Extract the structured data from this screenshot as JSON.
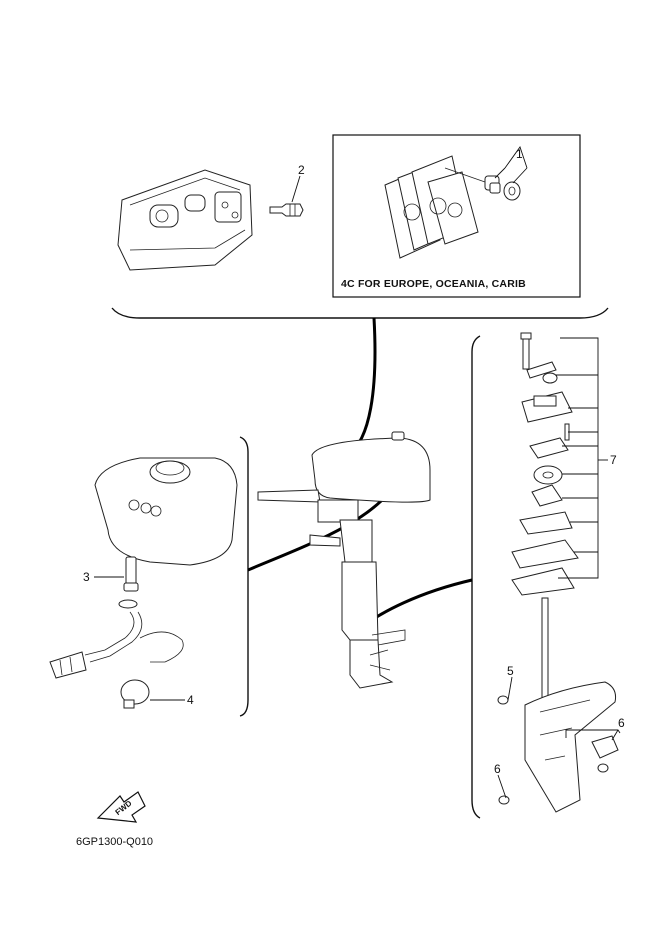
{
  "inset": {
    "caption": "4C FOR EUROPE, OCEANIA, CARIB"
  },
  "callouts": [
    {
      "id": "callout-1",
      "label": "1"
    },
    {
      "id": "callout-2",
      "label": "2"
    },
    {
      "id": "callout-3",
      "label": "3"
    },
    {
      "id": "callout-4",
      "label": "4"
    },
    {
      "id": "callout-5",
      "label": "5"
    },
    {
      "id": "callout-6a",
      "label": "6"
    },
    {
      "id": "callout-6b",
      "label": "6"
    },
    {
      "id": "callout-7",
      "label": "7"
    }
  ],
  "fwd_label": "FWD",
  "reference_code": "6GP1300-Q010"
}
